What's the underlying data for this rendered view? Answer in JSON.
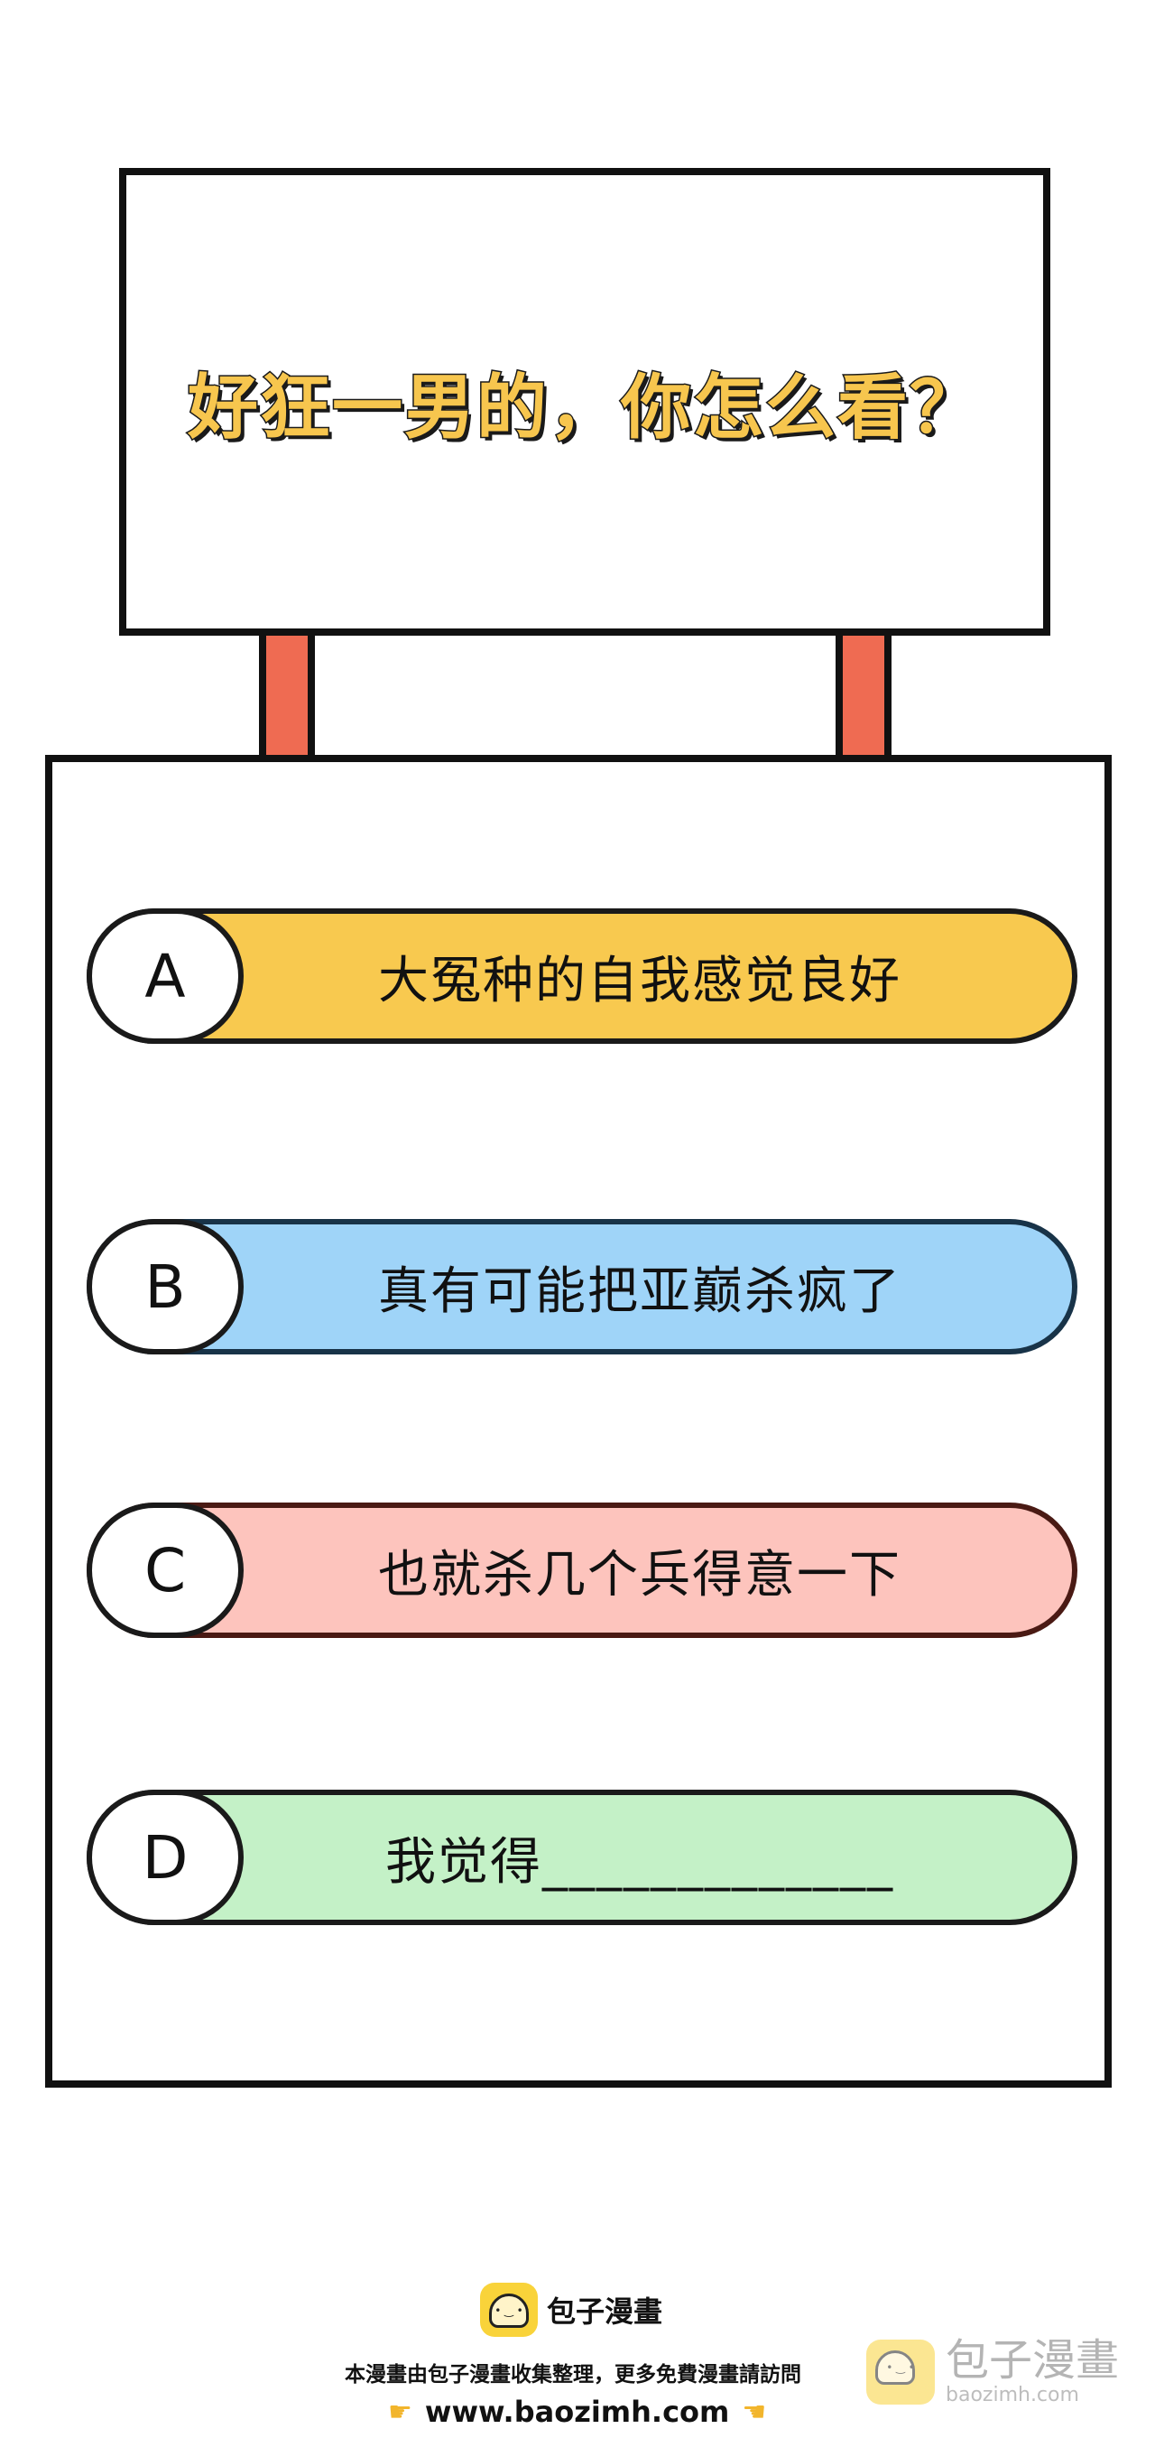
{
  "sign": {
    "title": "好狂一男的，你怎么看？"
  },
  "options": [
    {
      "letter": "A",
      "text": "大冤种的自我感觉良好",
      "color": "#f8c94f"
    },
    {
      "letter": "B",
      "text": "真有可能把亚巅杀疯了",
      "color": "#9fd4f8"
    },
    {
      "letter": "C",
      "text": "也就杀几个兵得意一下",
      "color": "#fdc4bd"
    },
    {
      "letter": "D",
      "text": "我觉得_____________",
      "color": "#c4f1c7"
    }
  ],
  "colors": {
    "title_fill": "#f7c64e",
    "post": "#ef6b52",
    "logo": "#f9d33a"
  },
  "footer": {
    "brand": "包子漫畫",
    "notice": "本漫畫由包子漫畫收集整理，更多免費漫畫請訪問",
    "url": "www.baozimh.com",
    "hand_left_icon": "pointing-right-hand-icon",
    "hand_right_icon": "pointing-left-hand-icon"
  },
  "watermark": {
    "name": "包子漫畫",
    "domain": "baozimh.com"
  }
}
